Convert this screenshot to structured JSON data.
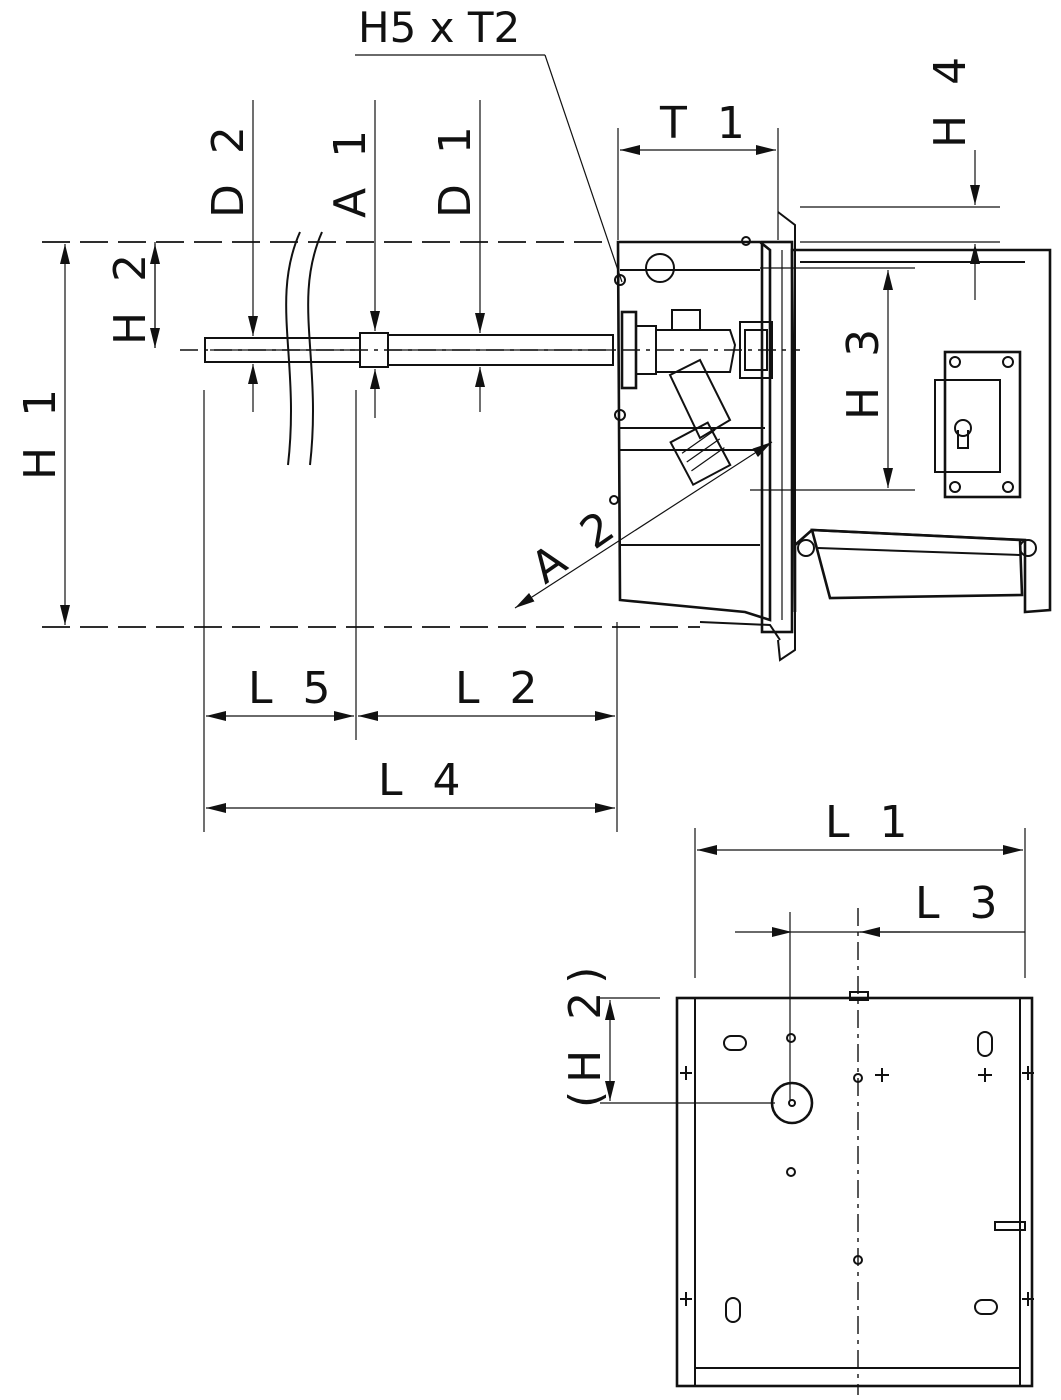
{
  "drawing": {
    "labels": {
      "h5_t2": "H5 x T2",
      "t1": "T 1",
      "h4": "H 4",
      "d2": "D 2",
      "a1": "A 1",
      "d1": "D 1",
      "h2": "H 2",
      "h1": "H 1",
      "h3": "H 3",
      "a2": "A 2",
      "l5": "L 5",
      "l2": "L 2",
      "l4": "L 4",
      "l1": "L 1",
      "l3": "L 3",
      "h2_back": "(H 2)"
    }
  }
}
